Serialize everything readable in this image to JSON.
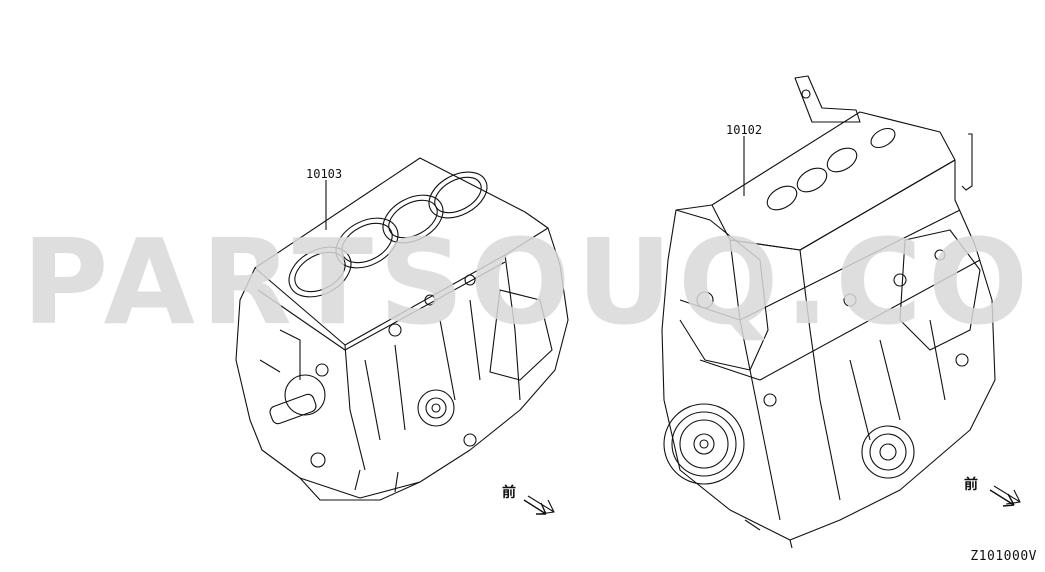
{
  "watermark": "PARTSOUQ.COM",
  "parts": [
    {
      "number": "10103"
    },
    {
      "number": "10102"
    }
  ],
  "front_marks": [
    "前",
    "前"
  ],
  "diagram_code": "Z101000V"
}
